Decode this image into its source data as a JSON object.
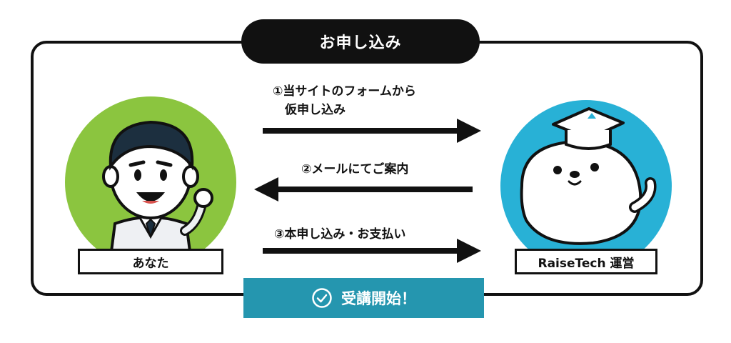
{
  "title": "お申し込み",
  "parties": {
    "you_label": "あなた",
    "company_label": "RaiseTech 運営"
  },
  "steps": [
    {
      "text": "①当サイトのフォームから\n　仮申し込み",
      "direction": "to-company"
    },
    {
      "text": "②メールにてご案内",
      "direction": "to-you"
    },
    {
      "text": "③本申し込み・お支払い",
      "direction": "to-company"
    }
  ],
  "cta": {
    "label": "受講開始！",
    "icon": "check-circle-icon"
  },
  "colors": {
    "frame": "#111111",
    "you_circle": "#8bc53f",
    "company_circle": "#28b1d6",
    "cta_bg": "#2596af"
  }
}
